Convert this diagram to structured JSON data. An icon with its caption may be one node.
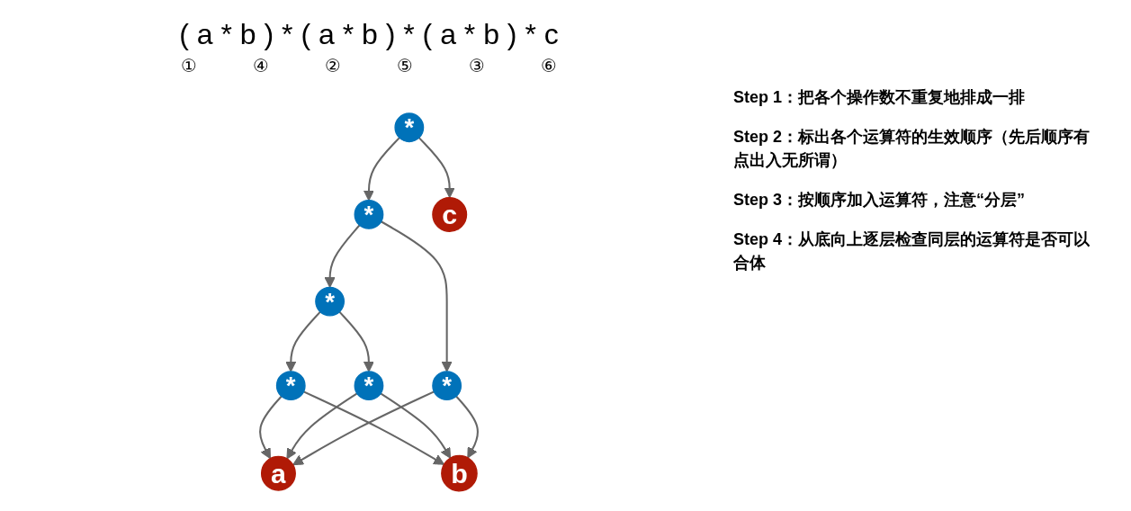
{
  "diagram": {
    "nodes": [
      {
        "text": [
          "*"
        ]
      },
      {
        "text": [
          "*"
        ]
      },
      {
        "text": [
          "*"
        ]
      },
      {
        "text": [
          "*"
        ]
      },
      {
        "text": [
          "*"
        ]
      },
      {
        "text": [
          "*"
        ]
      },
      {
        "text": [
          "a"
        ]
      },
      {
        "text": [
          "b"
        ]
      },
      {
        "text": [
          "c"
        ]
      }
    ],
    "edges": [
      {
        "from": 0,
        "to": 1,
        "arrow": "to"
      },
      {
        "from": 0,
        "to": 8,
        "arrow": "to"
      },
      {
        "from": 1,
        "to": 2,
        "arrow": "to"
      },
      {
        "from": 1,
        "to": 5,
        "arrow": "to"
      },
      {
        "from": 2,
        "to": 3,
        "arrow": "to"
      },
      {
        "from": 2,
        "to": 4,
        "arrow": "to"
      },
      {
        "from": 3,
        "to": 6,
        "arrow": "to"
      },
      {
        "from": 3,
        "to": 7,
        "arrow": "to"
      },
      {
        "from": 4,
        "to": 6,
        "arrow": "to"
      },
      {
        "from": 4,
        "to": 7,
        "arrow": "to"
      },
      {
        "from": 5,
        "to": 6,
        "arrow": "to"
      },
      {
        "from": 5,
        "to": 7,
        "arrow": "to"
      }
    ],
    "labels": [
      "( a * b ) * ( a * b ) * ( a * b ) * c",
      "①",
      "④",
      "②",
      "⑤",
      "③",
      "⑥",
      "Step 1：把各个操作数不重复地排成一排",
      "Step 2：标出各个运算符的生效顺序（先后顺序有点出入无所谓）",
      "Step 3：按顺序加入运算符，注意“分层”",
      "Step 4：从底向上逐层检查同层的运算符是否可以合体"
    ]
  }
}
